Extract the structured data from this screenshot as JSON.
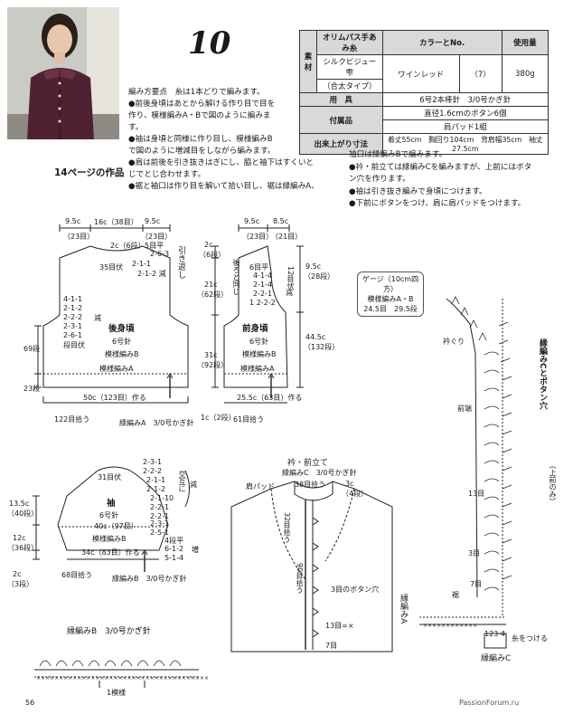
{
  "header": {
    "pattern_number": "10",
    "page_ref": "14ページの作品",
    "page_number": "56",
    "watermark": "PassionForum.ru"
  },
  "spec": {
    "col_material": "素材",
    "col_yarn": "オリムパス手あみ糸",
    "col_color": "カラーとNo.",
    "col_amount": "使用量",
    "yarn_name": "シルクビジュー 雫",
    "yarn_type": "（合太タイプ）",
    "color_name": "ワインレッド",
    "color_no": "（7）",
    "amount": "380g",
    "tools_label": "用　具",
    "tools_value": "6号2本棒針　3/0号かぎ針",
    "notions_label": "付属品",
    "notions_value_1": "直径1.6cmのボタン6個",
    "notions_value_2": "肩パッド1組",
    "size_label": "出来上がり寸法",
    "size_value": "着丈55cm　胸回り104cm　背肩幅35cm　袖丈27.5cm"
  },
  "notes": {
    "n1": "編み方要点　糸は1本どりで編みます。",
    "n2": "●前後身頃はあとから解ける作り目で目を",
    "n3": "作り、模様編みA・Bで図のように編みま",
    "n4": "す。",
    "n5": "●袖は身頃と同様に作り目し、模様編みB",
    "n6": "で図のように増減目をしながら編みます。",
    "n7": "●肩は前後を引き抜きはぎにし、脇と袖下はすくいと",
    "n8": "じでとじ合わせます。",
    "n9": "●裾と袖口は作り目を解いて拾い目し、裾は縁編みA、",
    "m1": "袖口は縁編みBで編みます。",
    "m2": "●衿・前立ては縁編みCを編みますが、上前にはボタ",
    "m3": "ン穴を作ります。",
    "m4": "●袖は引き抜き編みで身頃につけます。",
    "m5": "●下前にボタンをつけ、肩に肩パッドをつけます。"
  },
  "gauge": {
    "title": "ゲージ（10cm四方）",
    "pattern": "模様編みA・B",
    "value": "24.5目　29.5段"
  },
  "back": {
    "title": "後身頃",
    "needle": "6号針",
    "pattern": "模様編みB",
    "pattern_a": "模様編みA",
    "top_w": "9.5c",
    "top_w2": "（23目）",
    "neck_w": "16c（38目）",
    "neck_1": "2c（6段）",
    "neck_2": "5目平",
    "neck_3": "2-6-3",
    "neck_4": "2-1-1",
    "neck_5": "2-1-2 減",
    "shoulder": "引き返し",
    "bind": "35目伏",
    "dec_1": "4-1-1",
    "dec_2": "2-1-2",
    "dec_3": "2-2-2",
    "dec_4": "2-3-1",
    "dec_5": "2-6-1",
    "dec_6": "段目伏",
    "dec_label": "減",
    "rows_69": "69段",
    "rows_23": "23段",
    "width": "50c（123目）作る",
    "pickup": "122目拾う",
    "edge": "縁編みA　3/0号かぎ針",
    "edge_h": "1c（2段）"
  },
  "front": {
    "title": "前身頃",
    "needle": "6号針",
    "pattern": "模様編みB",
    "pattern_a": "模様編みA",
    "top_w": "9.5c",
    "top_w2": "（23目）",
    "neck_w": "8.5c",
    "neck_w2": "（21目）",
    "neck_1": "6目平",
    "neck_2": "4-1-4",
    "neck_3": "2-1-4",
    "neck_4": "2-2-1",
    "neck_5": "1 2-2-2",
    "neck_dec": "減",
    "rows_12": "12目伏",
    "back_same": "後ろと同じ",
    "h1": "2c",
    "h1b": "（6段）",
    "h2": "21c",
    "h2b": "（62段）",
    "h3": "31c",
    "h3b": "（92段）",
    "h4": "9.5c",
    "h4b": "（28段）",
    "h5": "44.5c",
    "h5b": "（132段）",
    "width": "25.5c（63目）作る",
    "pickup": "61目拾う",
    "edge_h": "1c（2段）"
  },
  "sleeve": {
    "title": "袖",
    "needle": "6号針",
    "pattern": "模様編みB",
    "top_bind": "31目伏",
    "c1": "2-3-1",
    "c2": "2-2-2",
    "c3": "2-1-1",
    "c4": "2-1-2",
    "c5": "2-1-10",
    "c6": "2-2-1",
    "c7": "2-2-1",
    "c8": "2-3-1",
    "c9": "2-5-1",
    "alt": "交互に",
    "dec": "減",
    "width_top": "40c（97目）",
    "width_bottom": "34c（83目）作る",
    "inc_1": "4段平",
    "inc_2": "6-1-2",
    "inc_3": "5-1-4",
    "inc": "増",
    "h1": "13.5c",
    "h1b": "（40段）",
    "h2": "12c",
    "h2b": "（36段）",
    "pickup": "68目拾う",
    "edge": "縁編みB　3/0号かぎ針",
    "edge_h": "2c",
    "edge_hb": "（3段）"
  },
  "collar": {
    "title": "衿・前立て",
    "edge": "縁編みC　3/0号かぎ針",
    "neck_pick": "38目拾う",
    "shoulder_pad": "肩パッド",
    "side_pick": "32目拾う",
    "front_pick": "90目拾う",
    "buttonholes": "3目のボタン穴",
    "row13": "13目=×",
    "row7": "7目",
    "corner": "3c",
    "corner2": "（4段）"
  },
  "edge_c": {
    "title_v": "縁編みCとボタン穴",
    "sub": "（上前のみ）",
    "neck": "衿ぐり",
    "front": "前端",
    "r13": "13目",
    "r3": "3目",
    "r7": "7目",
    "hem": "裾",
    "tie": "糸をつける",
    "rows": "123 4",
    "label": "縁編みC",
    "label_a": "縁編みA"
  },
  "edge_b": {
    "title": "縁編みB　3/0号かぎ針",
    "repeat": "1模様"
  }
}
